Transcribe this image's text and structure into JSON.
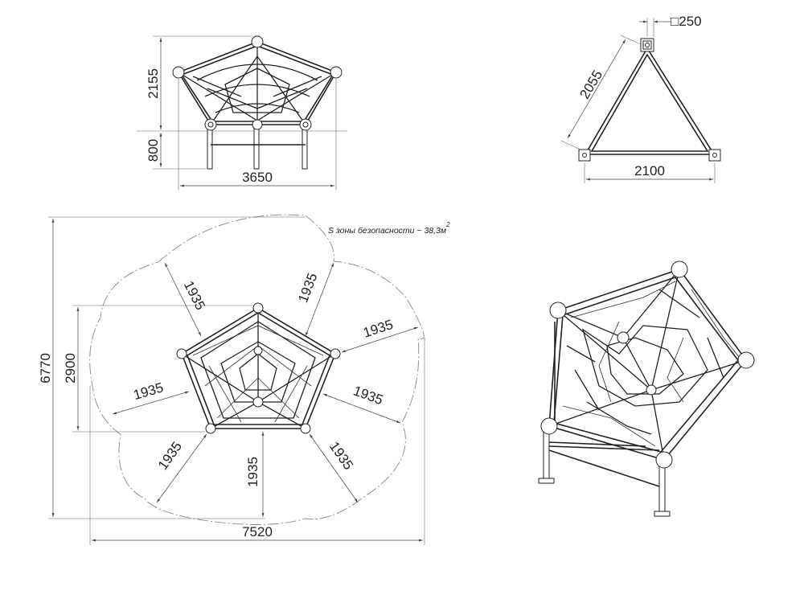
{
  "front_view": {
    "height_upper": "2155",
    "height_lower": "800",
    "width": "3650"
  },
  "top_view": {
    "post_size": "□250",
    "side": "2055",
    "base": "2100"
  },
  "plan_view": {
    "safety_zone_note": "S зоны безопасности ~ 38,3м",
    "safety_zone_note_sup": "2",
    "total_height": "6770",
    "inner_height": "2900",
    "total_width": "7520",
    "zone_offset_1": "1935",
    "zone_offset_2": "1935",
    "zone_offset_3": "1935",
    "zone_offset_4": "1935",
    "zone_offset_5": "1935",
    "zone_offset_6": "1935",
    "zone_offset_7": "1935",
    "zone_offset_8": "1935"
  }
}
